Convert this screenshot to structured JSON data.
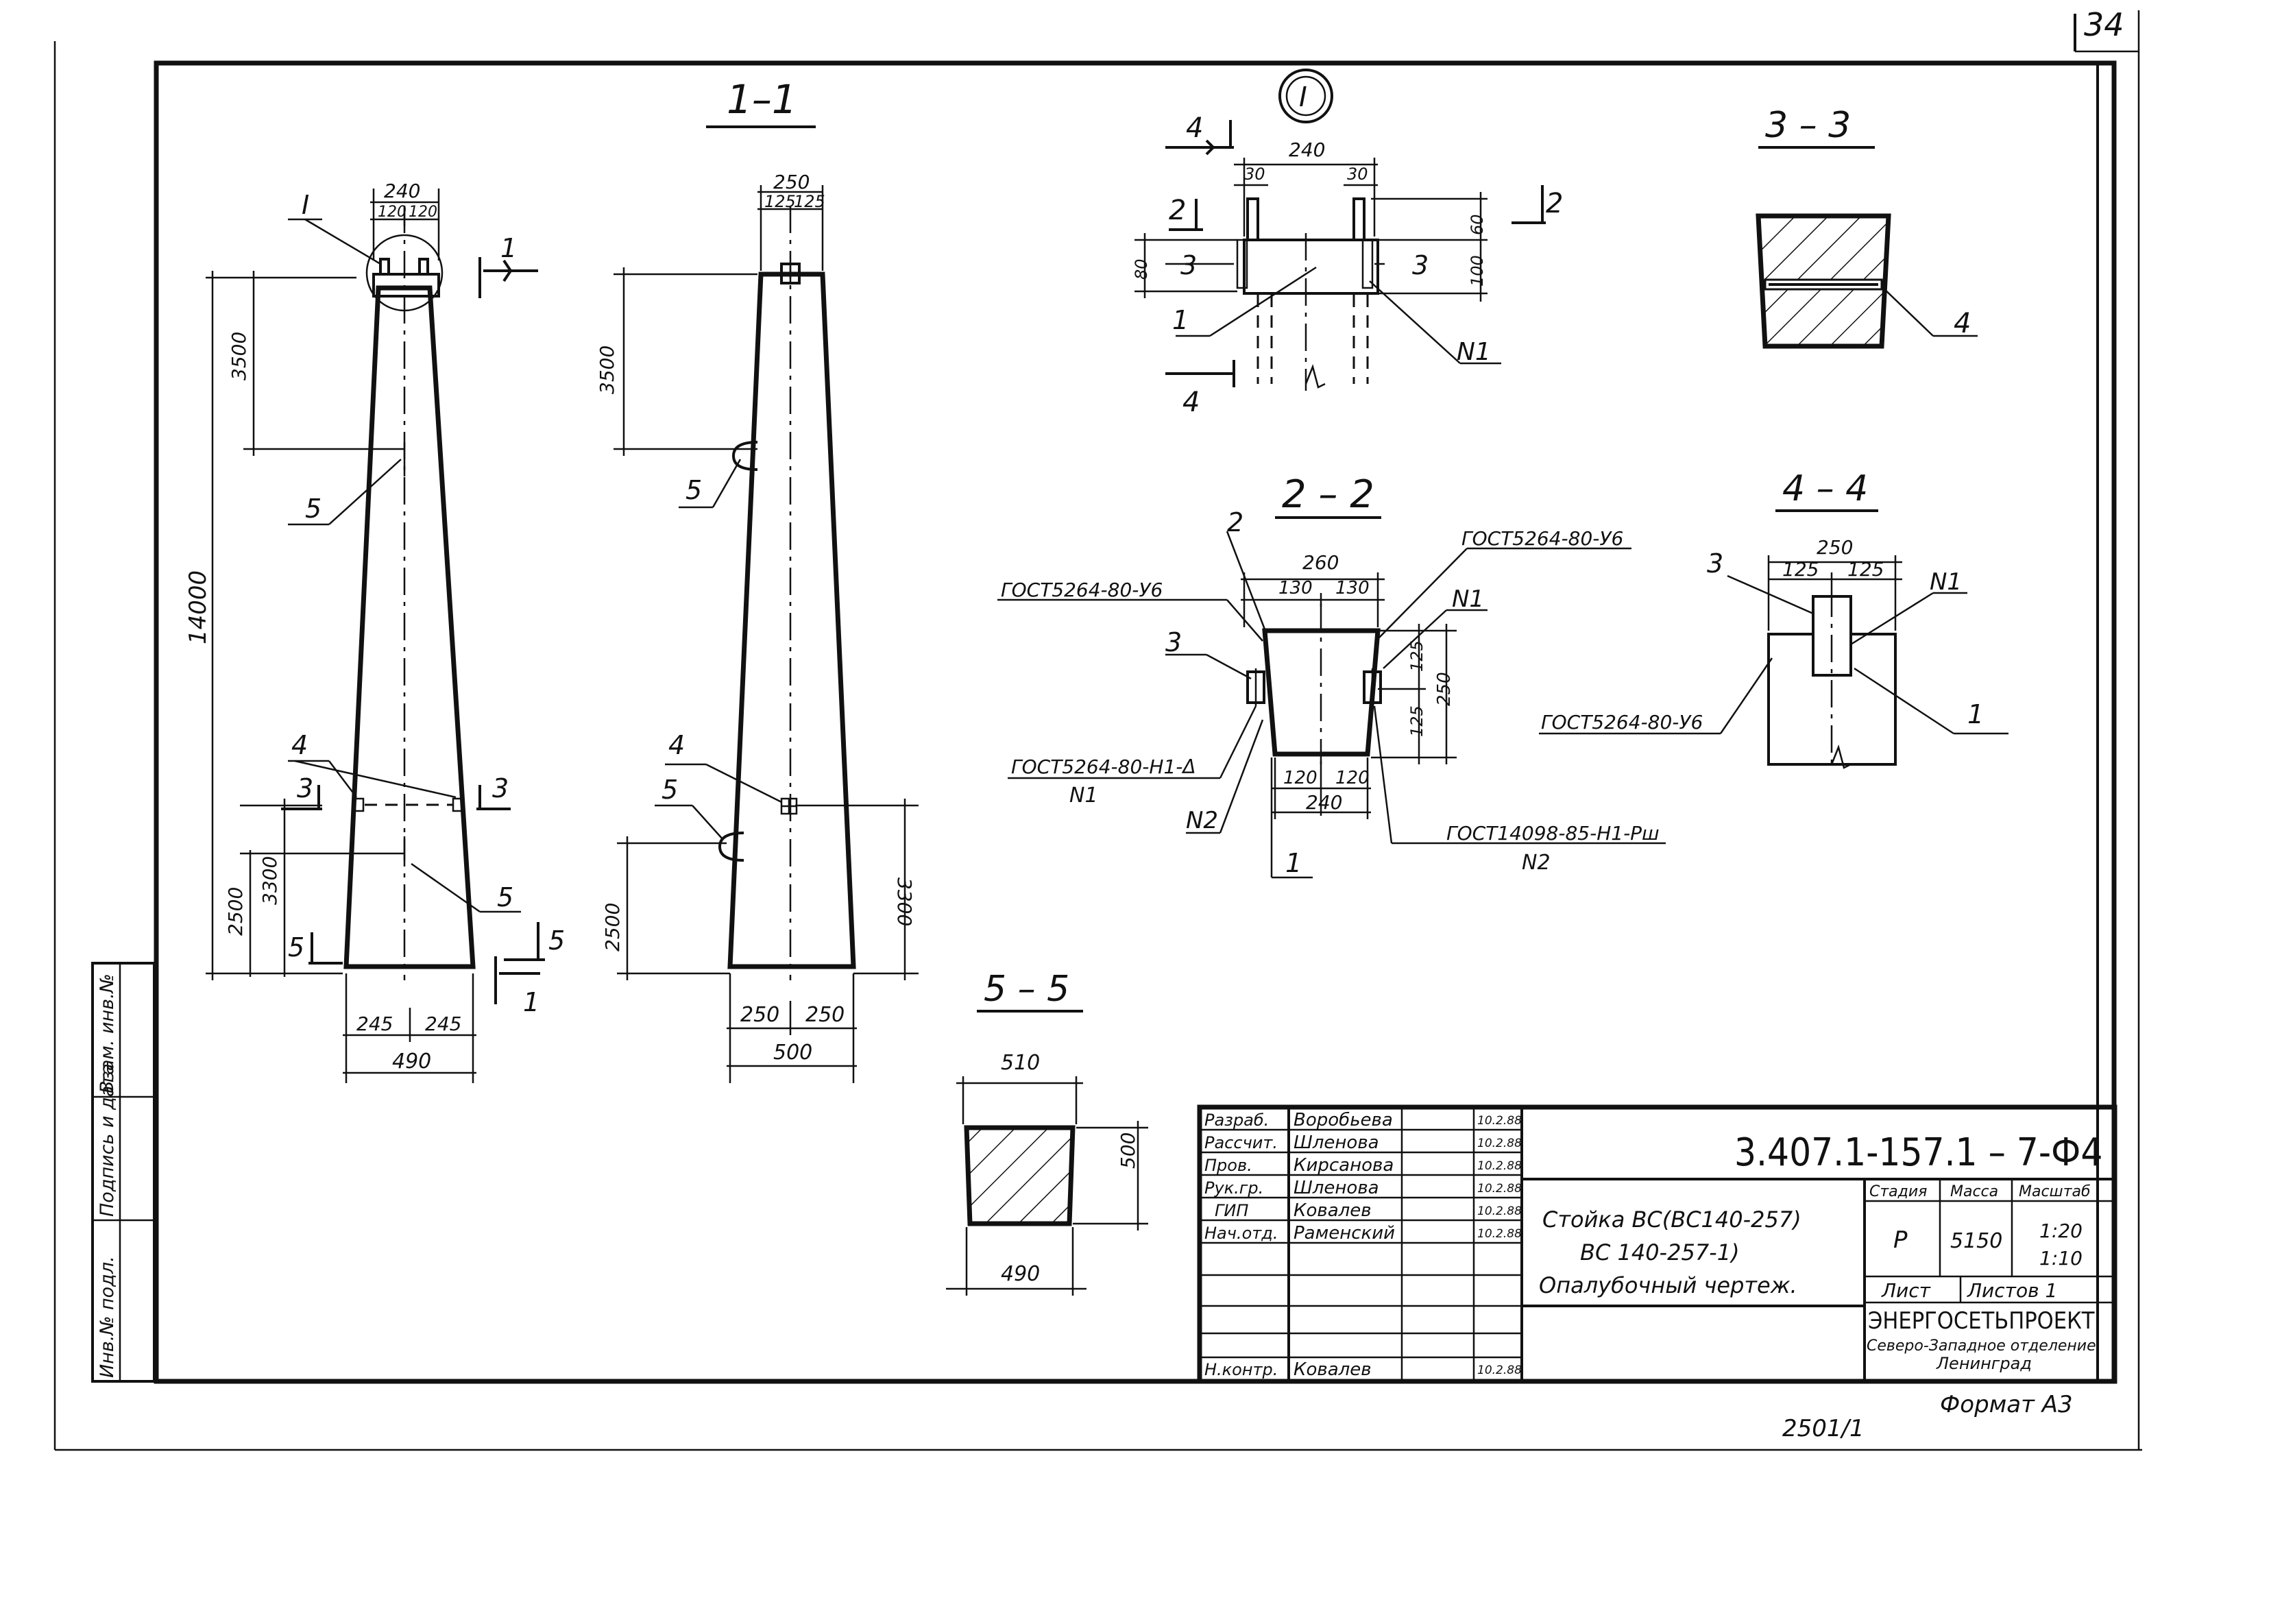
{
  "sheet": {
    "sheet_number": "34",
    "bottom_ref": "2501/1",
    "format": "Формат А3",
    "side_stamp": [
      "Инв.№ подл.",
      "Подпись и дата",
      "Взам. инв.№"
    ]
  },
  "views": {
    "front": {
      "dims": {
        "top_total": "240",
        "top_left": "120",
        "top_right": "120",
        "height_total": "14000",
        "top_offset": "3500",
        "mid_a": "2500",
        "mid_b": "3300",
        "bot_left": "245",
        "bot_right": "245",
        "bot_total": "490"
      },
      "callouts": {
        "detail": "I",
        "mark4": "4",
        "mark5a": "5",
        "mark5b": "5"
      },
      "sections": {
        "s1a": "1",
        "s1b": "1",
        "s3a": "3",
        "s3b": "3",
        "s5a": "5",
        "s5b": "5"
      }
    },
    "side": {
      "title": "1–1",
      "dims": {
        "top_total": "250",
        "top_left": "125",
        "top_right": "125",
        "top_offset": "3500",
        "mid_a": "2500",
        "mid_b": "3300",
        "bot_left": "250",
        "bot_right": "250",
        "bot_total": "500"
      },
      "callouts": {
        "mark4": "4",
        "mark5a": "5",
        "mark5b": "5"
      }
    },
    "detail_I": {
      "title": "I",
      "dims": {
        "total": "240",
        "left": "30",
        "right": "30",
        "h_left": "80",
        "h_right_a": "60",
        "h_right_b": "100"
      },
      "callouts": {
        "c1": "1",
        "c3a": "3",
        "c3b": "3",
        "cn1": "N1"
      },
      "sections": {
        "s2a": "2",
        "s2b": "2",
        "s4a": "4",
        "s4b": "4"
      }
    },
    "section_33": {
      "title": "3 – 3",
      "callouts": {
        "c4": "4"
      }
    },
    "section_22": {
      "title": "2 – 2",
      "dims": {
        "top": "260",
        "top_left": "130",
        "top_right": "130",
        "right_a": "125",
        "right_b": "125",
        "right_total": "250",
        "bot_left": "120",
        "bot_right": "120",
        "bot_total": "240"
      },
      "callouts": {
        "c2": "2",
        "c3": "3",
        "cn1": "N1",
        "cn2": "N2",
        "c1": "1"
      },
      "notes": {
        "g1": "ГОСТ5264-80-У6",
        "g2": "ГОСТ5264-80-У6",
        "g3": "ГОСТ5264-80-Н1-Δ",
        "g3n": "N1",
        "g4": "ГОСТ14098-85-Н1-Рш",
        "g4n": "N2"
      }
    },
    "section_44": {
      "title": "4 – 4",
      "dims": {
        "total": "250",
        "left": "125",
        "right": "125"
      },
      "callouts": {
        "c3": "3",
        "cn1": "N1",
        "c1": "1"
      },
      "notes": {
        "g1": "ГОСТ5264-80-У6"
      }
    },
    "section_55": {
      "title": "5 – 5",
      "dims": {
        "top": "510",
        "height": "500",
        "bottom": "490"
      }
    }
  },
  "title_block": {
    "document_code": "3.407.1-157.1 – 7-Ф4",
    "roles": [
      {
        "role": "Разраб.",
        "name": "Воробьева",
        "date": "10.2.88"
      },
      {
        "role": "Рассчит.",
        "name": "Шленова",
        "date": "10.2.88"
      },
      {
        "role": "Пров.",
        "name": "Кирсанова",
        "date": "10.2.88"
      },
      {
        "role": "Рук.гр.",
        "name": "Шленова",
        "date": "10.2.88"
      },
      {
        "role": "ГИП",
        "name": "Ковалев",
        "date": "10.2.88"
      },
      {
        "role": "Нач.отд.",
        "name": "Раменский",
        "date": "10.2.88"
      }
    ],
    "norm_control": {
      "role": "Н.контр.",
      "name": "Ковалев",
      "date": "10.2.88"
    },
    "description": [
      "Стойка ВС(ВС140-257)",
      "ВС 140-257-1)",
      "Опалубочный чертеж."
    ],
    "stage_label": "Стадия",
    "mass_label": "Масса",
    "scale_label": "Масштаб",
    "stage": "Р",
    "mass": "5150",
    "scale_1": "1:20",
    "scale_2": "1:10",
    "sheet_label": "Лист",
    "sheets_label": "Листов 1",
    "org": "ЭНЕРГОСЕТЬПРОЕКТ",
    "org_sub_1": "Северо-Западное отделение",
    "org_sub_2": "Ленинград"
  }
}
